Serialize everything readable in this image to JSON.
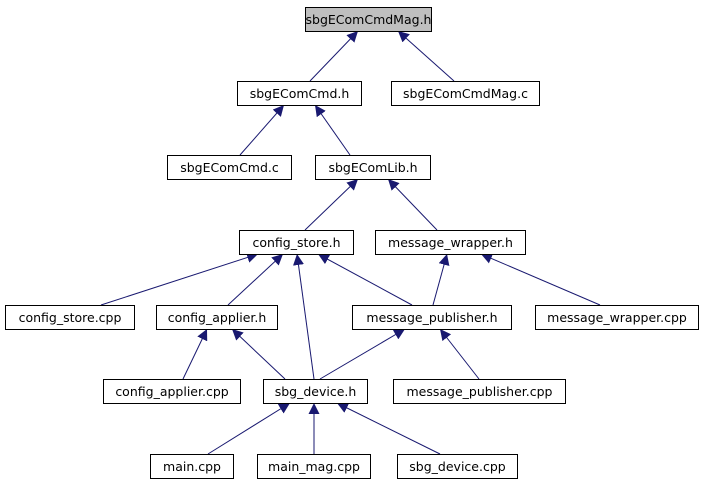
{
  "diagram": {
    "type": "include-dependency-graph",
    "nodes": [
      {
        "id": "sbgEComCmdMag_h",
        "label": "sbgEComCmdMag.h",
        "highlighted": true
      },
      {
        "id": "sbgEComCmd_h",
        "label": "sbgEComCmd.h"
      },
      {
        "id": "sbgEComCmdMag_c",
        "label": "sbgEComCmdMag.c"
      },
      {
        "id": "sbgEComCmd_c",
        "label": "sbgEComCmd.c"
      },
      {
        "id": "sbgEComLib_h",
        "label": "sbgEComLib.h"
      },
      {
        "id": "config_store_h",
        "label": "config_store.h"
      },
      {
        "id": "message_wrapper_h",
        "label": "message_wrapper.h"
      },
      {
        "id": "config_store_cpp",
        "label": "config_store.cpp"
      },
      {
        "id": "config_applier_h",
        "label": "config_applier.h"
      },
      {
        "id": "message_publisher_h",
        "label": "message_publisher.h"
      },
      {
        "id": "message_wrapper_cpp",
        "label": "message_wrapper.cpp"
      },
      {
        "id": "config_applier_cpp",
        "label": "config_applier.cpp"
      },
      {
        "id": "sbg_device_h",
        "label": "sbg_device.h"
      },
      {
        "id": "message_publisher_cpp",
        "label": "message_publisher.cpp"
      },
      {
        "id": "main_cpp",
        "label": "main.cpp"
      },
      {
        "id": "main_mag_cpp",
        "label": "main_mag.cpp"
      },
      {
        "id": "sbg_device_cpp",
        "label": "sbg_device.cpp"
      }
    ],
    "edges": [
      {
        "from": "sbgEComCmd_h",
        "to": "sbgEComCmdMag_h"
      },
      {
        "from": "sbgEComCmdMag_c",
        "to": "sbgEComCmdMag_h"
      },
      {
        "from": "sbgEComCmd_c",
        "to": "sbgEComCmd_h"
      },
      {
        "from": "sbgEComLib_h",
        "to": "sbgEComCmd_h"
      },
      {
        "from": "config_store_h",
        "to": "sbgEComLib_h"
      },
      {
        "from": "message_wrapper_h",
        "to": "sbgEComLib_h"
      },
      {
        "from": "config_store_cpp",
        "to": "config_store_h"
      },
      {
        "from": "config_applier_h",
        "to": "config_store_h"
      },
      {
        "from": "sbg_device_h",
        "to": "config_store_h"
      },
      {
        "from": "message_publisher_h",
        "to": "config_store_h"
      },
      {
        "from": "message_publisher_h",
        "to": "message_wrapper_h"
      },
      {
        "from": "message_wrapper_cpp",
        "to": "message_wrapper_h"
      },
      {
        "from": "config_applier_cpp",
        "to": "config_applier_h"
      },
      {
        "from": "sbg_device_h",
        "to": "config_applier_h"
      },
      {
        "from": "sbg_device_h",
        "to": "message_publisher_h"
      },
      {
        "from": "message_publisher_cpp",
        "to": "message_publisher_h"
      },
      {
        "from": "main_cpp",
        "to": "sbg_device_h"
      },
      {
        "from": "main_mag_cpp",
        "to": "sbg_device_h"
      },
      {
        "from": "sbg_device_cpp",
        "to": "sbg_device_h"
      }
    ],
    "colors": {
      "edge": "#191970",
      "node_border": "#000000",
      "node_fill": "#ffffff",
      "highlight_fill": "#bfbfbf"
    }
  }
}
